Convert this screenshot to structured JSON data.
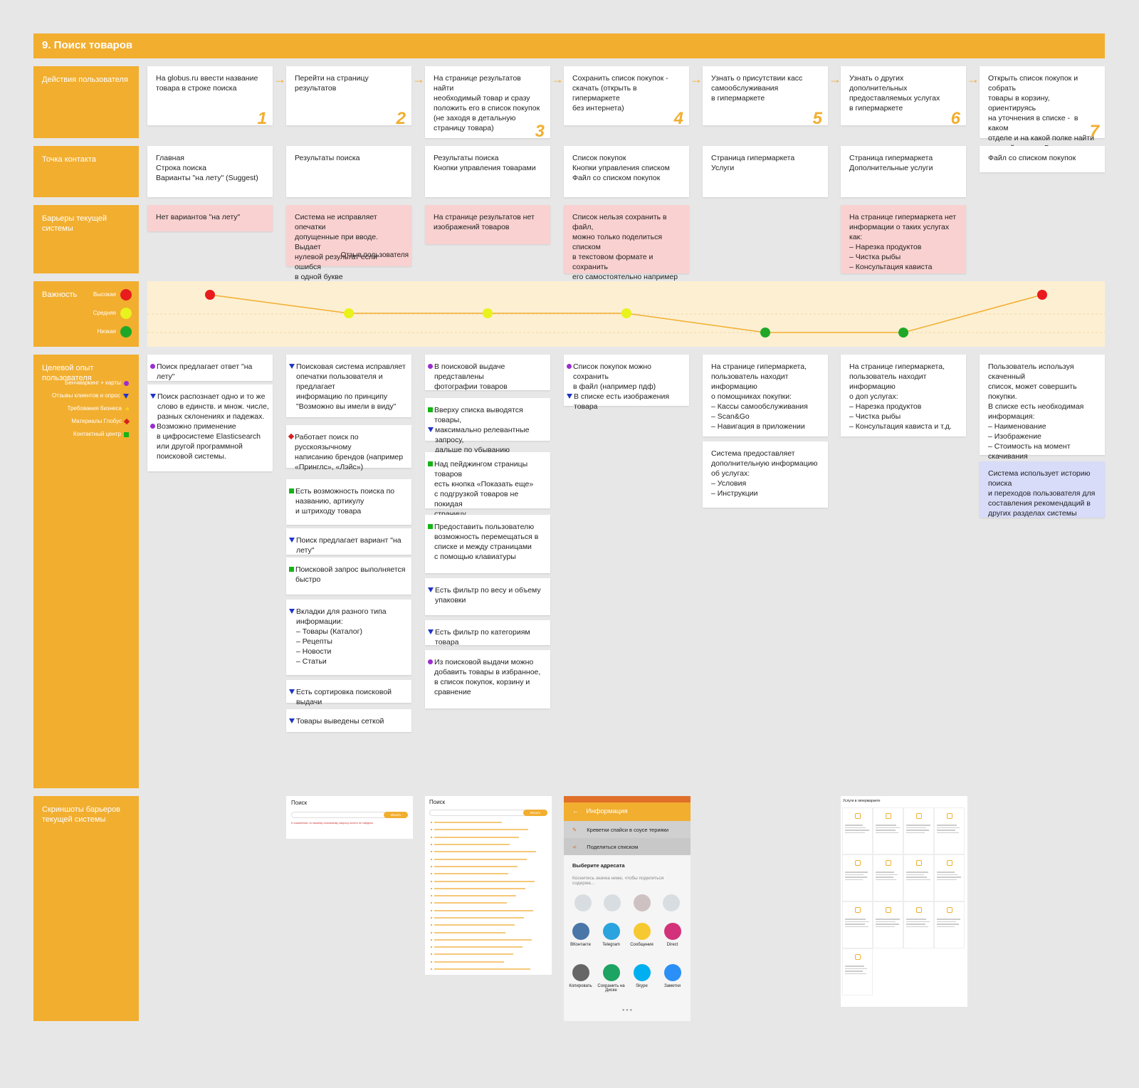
{
  "title": "9. Поиск товаров",
  "rows": {
    "actions": "Действия пользователя",
    "touchpoints": "Точка контакта",
    "barriers": "Барьеры текущей системы",
    "importance": "Важность",
    "target": "Целевой опыт пользователя",
    "screens": "Скриншоты барьеров текущей системы"
  },
  "importance_levels": {
    "high": "Высокая",
    "medium": "Средняя",
    "low": "Низкая"
  },
  "legend": {
    "benchmark": "Бенчмаркинг + карты",
    "reviews": "Отзывы клиентов и опрос",
    "business": "Требования бизнеса",
    "materials": "Материалы Глобус",
    "contact": "Контактный центр"
  },
  "actions": [
    {
      "text": "На globus.ru ввести название\nтовара в строке поиска",
      "num": "1"
    },
    {
      "text": "Перейти на страницу результатов",
      "num": "2"
    },
    {
      "text": "На странице результатов найти\nнеобходимый товар и сразу\nположить его в список покупок\n(не заходя в детальную\nстраницу товара)",
      "num": "3"
    },
    {
      "text": "Сохранить список покупок -\nскачать (открыть в гипермаркете\nбез интернета)",
      "num": "4"
    },
    {
      "text": "Узнать о присутствии касс\nсамообслуживания\nв гипермаркете",
      "num": "5"
    },
    {
      "text": "Узнать о других дополнительных\nпредоставляемых услугах\nв гипермаркете",
      "num": "6"
    },
    {
      "text": "Открыть список покупок и собрать\nтовары в корзину, ориентируясь\nна уточнения в списке -  в каком\nотделе и на какой полке найти\nданный товар в Гипермаркете",
      "num": "7"
    }
  ],
  "touchpoints": [
    "Главная\nСтрока поиска\nВарианты \"на лету\" (Suggest)",
    "Результаты поиска",
    "Результаты поиска\nКнопки управления товарами",
    "Список покупок\nКнопки управления списком\nФайл со списком покупок",
    "Страница гипермаркета\nУслуги",
    "Страница гипермаркета\nДополнительные услуги",
    "Файл со списком покупок"
  ],
  "barriers": [
    {
      "text": "Нет вариантов \"на лету\"",
      "note": ""
    },
    {
      "text": "Система не исправляет опечатки\nдопущенные при вводе. Выдает\nнулевой результат если ошибся\nв одной букве",
      "note": "Отзыв пользователя"
    },
    {
      "text": "На странице результатов нет\nизображений товаров",
      "note": ""
    },
    {
      "text": "Список нельзя сохранить в файл,\nможно только поделиться списком\nв текстовом формате и сохранить\nего самостоятельно например\nв заметках, но без фотографий",
      "note": ""
    },
    {
      "text": "На странице гипермаркета нет\nинформации о таких услугах как:\n– Нарезка продуктов\n– Чистка рыбы\n– Консультация кависта",
      "note": ""
    }
  ],
  "importance_values": [
    "high",
    "medium",
    "medium",
    "medium",
    "low",
    "low",
    "high"
  ],
  "colors": {
    "accent": "#f2ae2f",
    "high": "#e81c1c",
    "medium": "#e8f21c",
    "low": "#1fa827",
    "barrier": "#f9d1d1",
    "system": "#d8dcf8"
  },
  "target": {
    "c1": [
      {
        "marks": [
          "circ"
        ],
        "lines": [
          "Поиск предлагает ответ \"на лету\""
        ]
      },
      {
        "marks": [
          "tri",
          "circ"
        ],
        "lines": [
          "Поиск распознает одно и то же\nслово в единств. и множ. числе,\nразных склонениях и падежах.",
          "Возможно применение\nв цифросистеме Elasticsearch\nили другой программной\nпоисковой системы."
        ]
      }
    ],
    "c2": [
      {
        "marks": [
          "tri"
        ],
        "lines": [
          "Поисковая система исправляет\nопечатки пользователя и предлагает\nинформацию по принципу\n\"Возможно вы имели в виду\""
        ]
      },
      {
        "marks": [
          "dia"
        ],
        "lines": [
          "Работает поиск по русскоязычному\nнаписанию брендов (например\n«Принглс», «Лэйс»)"
        ]
      },
      {
        "marks": [
          "sq"
        ],
        "lines": [
          "Есть возможность поиска по\nназванию, артикулу\nи штриходу товара"
        ]
      },
      {
        "marks": [
          "tri"
        ],
        "lines": [
          "Поиск предлагает вариант \"на лету\""
        ]
      },
      {
        "marks": [
          "sq"
        ],
        "lines": [
          "Поисковой запрос выполняется\nбыстро"
        ]
      },
      {
        "marks": [
          "tri"
        ],
        "lines": [
          "Вкладки для разного типа\nинформации:\n– Товары (Каталог)\n– Рецепты\n– Новости\n– Статьи"
        ]
      },
      {
        "marks": [
          "tri"
        ],
        "lines": [
          "Есть сортировка поисковой выдачи"
        ]
      },
      {
        "marks": [
          "tri"
        ],
        "lines": [
          "Товары выведены сеткой"
        ]
      }
    ],
    "c3": [
      {
        "marks": [
          "circ"
        ],
        "lines": [
          "В поисковой выдаче представлены\nфотографии товаров"
        ]
      },
      {
        "marks": [
          "sq",
          "tri"
        ],
        "lines": [
          "Вверху списка выводятся товары,",
          "максимально релевантные запросу,\nдальше по убыванию релевантности"
        ]
      },
      {
        "marks": [
          "sq"
        ],
        "lines": [
          "Над пейджингом страницы товаров\nесть кнопка «Показать еще»\nс подгрузкой товаров не покидая\nстраницу"
        ]
      },
      {
        "marks": [
          "sq"
        ],
        "lines": [
          "Предоставить пользователю\nвозможность перемещаться в\nсписке и между страницами\nс помощью клавиатуры"
        ]
      },
      {
        "marks": [
          "tri"
        ],
        "lines": [
          "Есть фильтр по весу и объему\nупаковки"
        ]
      },
      {
        "marks": [
          "tri"
        ],
        "lines": [
          "Есть фильтр по категориям товара"
        ]
      },
      {
        "marks": [
          "circ"
        ],
        "lines": [
          "Из поисковой выдачи можно\nдобавить товары в избранное,\nв список покупок, корзину и\nсравнение"
        ]
      }
    ],
    "c4": [
      {
        "marks": [
          "circ",
          "tri"
        ],
        "lines": [
          "Список покупок можно сохранить\nв файл (например пдф)",
          "В списке есть изображения товара"
        ]
      }
    ],
    "c5": [
      {
        "marks": [],
        "lines": [
          "На странице гипермаркета,\nпользователь находит информацию\nо помощниках покупки:\n– Кассы самообслуживания\n– Scan&Go\n– Навигация в приложении"
        ]
      },
      {
        "marks": [],
        "lines": [
          "Система предоставляет\nдополнительную информацию\nоб услугах:\n– Условия\n– Инструкции"
        ]
      }
    ],
    "c6": [
      {
        "marks": [],
        "lines": [
          "На странице гипермаркета,\nпользователь находит информацию\nо доп услугах:\n– Нарезка продуктов\n– Чистка рыбы\n– Консультация кависта и т.д."
        ]
      }
    ],
    "c7": [
      {
        "marks": [],
        "lines": [
          "Пользователь используя скаченный\nсписок, может совершить покупки.\nВ списке есть необходимая\nинформация:\n– Наименование\n– Изображение\n– Стоимость на момент скачивания\n– Расположение в гипермаркете"
        ]
      },
      {
        "marks": [],
        "lines": [
          "Система использует историю поиска\nи переходов пользователя для\nсоставления рекомендаций в\nдругих разделах системы"
        ]
      }
    ]
  },
  "screens": {
    "search_title": "Поиск",
    "search_button": "Искать",
    "search_hint": "К сожалению, по вашему поисковому запросу ничего не найдено",
    "app_header": "Информация",
    "app_item1": "Креветки спайси в соусе терияки",
    "app_item2": "Поделиться списком",
    "app_choose": "Выберите адресата",
    "app_hint": "Коснитесь значка ниже, чтобы поделиться содержа...",
    "apps": [
      "ВКонтакте",
      "Telegram",
      "Сообщения",
      "Direct",
      "Копировать",
      "Сохранить на Диске",
      "Skype",
      "Заметки"
    ],
    "services_title": "Услуги в гипермаркете"
  }
}
